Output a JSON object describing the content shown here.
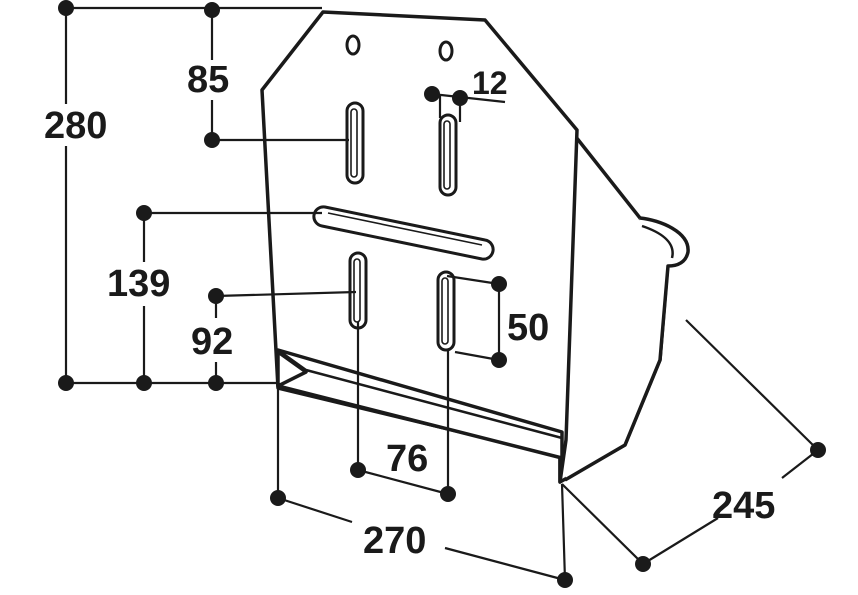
{
  "drawing": {
    "dimensions": {
      "overall_height": "280",
      "top_to_slot": "85",
      "hole_width": "12",
      "horizontal_slot_height": "139",
      "lower_slot_height": "92",
      "lower_slot_length": "50",
      "slot_spacing": "76",
      "overall_width": "270",
      "depth": "245"
    }
  }
}
